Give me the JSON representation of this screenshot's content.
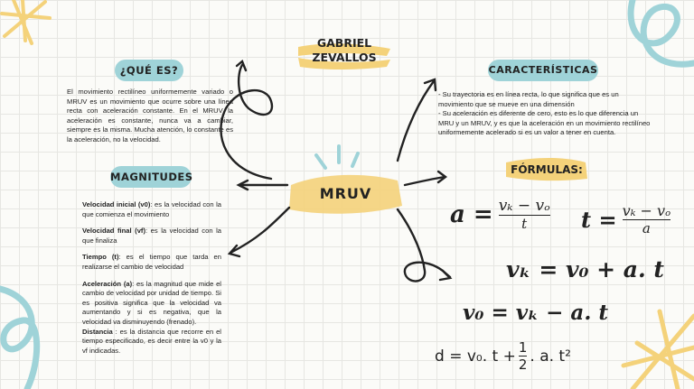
{
  "colors": {
    "yellow": "#f4d27a",
    "blue": "#9fd3d8",
    "grid": "#e6e6e2"
  },
  "author": {
    "line1": "GABRIEL",
    "line2": "ZEVALLOS"
  },
  "center": {
    "title": "MRUV"
  },
  "que_es": {
    "title": "¿QUÉ ES?",
    "text": "El movimiento rectilíneo uniformemente variado o MRUV es un movimiento que ocurre sobre una línea recta con aceleración constante. En el MRUV la aceleración es constante, nunca va a cambiar, siempre es la misma. Mucha atención, lo constante es la aceleración, no la velocidad."
  },
  "caracteristicas": {
    "title": "CARACTERÍSTICAS",
    "text1": "- Su trayectoria es en línea recta, lo que significa que es un movimiento que se mueve en una dimensión",
    "text2": "- Su aceleración es diferente de cero, esto es lo que diferencia un MRU y un MRUV, y es que la aceleración en un movimiento rectilíneo uniformemente acelerado si es un valor a tener en cuenta."
  },
  "magnitudes": {
    "title": "MAGNITUDES",
    "items": [
      {
        "term": "Velocidad inicial (v0)",
        "desc": ": es la velocidad con la que comienza el movimiento"
      },
      {
        "term": "Velocidad final (vf)",
        "desc": ": es la velocidad con la que finaliza"
      },
      {
        "term": "Tiempo (t)",
        "desc": ": es el tiempo que tarda en realizarse el cambio de velocidad"
      },
      {
        "term": "Aceleración (a)",
        "desc": ": es la magnitud que mide el cambio de velocidad por unidad de tiempo. Si es positiva significa que la velocidad va aumentando y si es negativa, que la velocidad va disminuyendo (frenado)."
      },
      {
        "term": "Distancia",
        "desc": " : es la distancia que recorre en el tiempo especificado, es decir entre la v0 y la vf indicadas."
      }
    ]
  },
  "formulas": {
    "title": "FÓRMULAS:",
    "f1_lhs": "a =",
    "f1_num": "vₖ − vₒ",
    "f1_den": "t",
    "f2_lhs": "t =",
    "f2_num": "vₖ − vₒ",
    "f2_den": "a",
    "f3": "vₖ =  v₀ + a. t",
    "f4": "v₀ =  vₖ − a. t",
    "f5_lhs": "d = v₀. t +",
    "f5_num": "1",
    "f5_den": "2",
    "f5_rhs": ". a. t²"
  }
}
